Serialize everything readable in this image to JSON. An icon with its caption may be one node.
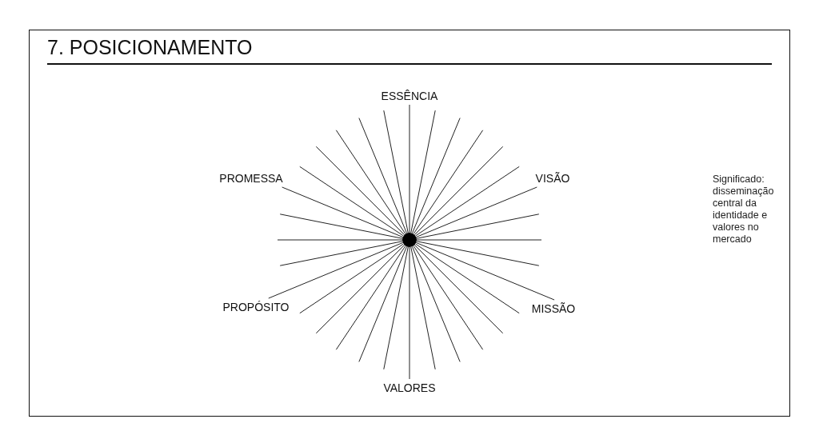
{
  "diagram": {
    "title": "7. POSICIONAMENTO",
    "nodes": [
      {
        "text": [],
        "shape": "circle"
      },
      {
        "text": [
          "ESSÊNCIA"
        ]
      },
      {
        "text": [
          "VISÃO"
        ]
      },
      {
        "text": [
          "MISSÃO"
        ]
      },
      {
        "text": [
          "VALORES"
        ]
      },
      {
        "text": [
          "PROPÓSITO"
        ]
      },
      {
        "text": [
          "PROMESSA"
        ]
      }
    ],
    "edges": [
      {
        "from": 0,
        "to": 1,
        "arrow": "none"
      },
      {
        "from": 0,
        "to": 2,
        "arrow": "none"
      },
      {
        "from": 0,
        "to": 3,
        "arrow": "none"
      },
      {
        "from": 0,
        "to": 4,
        "arrow": "none"
      },
      {
        "from": 0,
        "to": 5,
        "arrow": "none"
      },
      {
        "from": 0,
        "to": 6,
        "arrow": "none"
      }
    ],
    "labels": [
      "Significado: disseminação central da identidade e valores no mercado"
    ]
  }
}
